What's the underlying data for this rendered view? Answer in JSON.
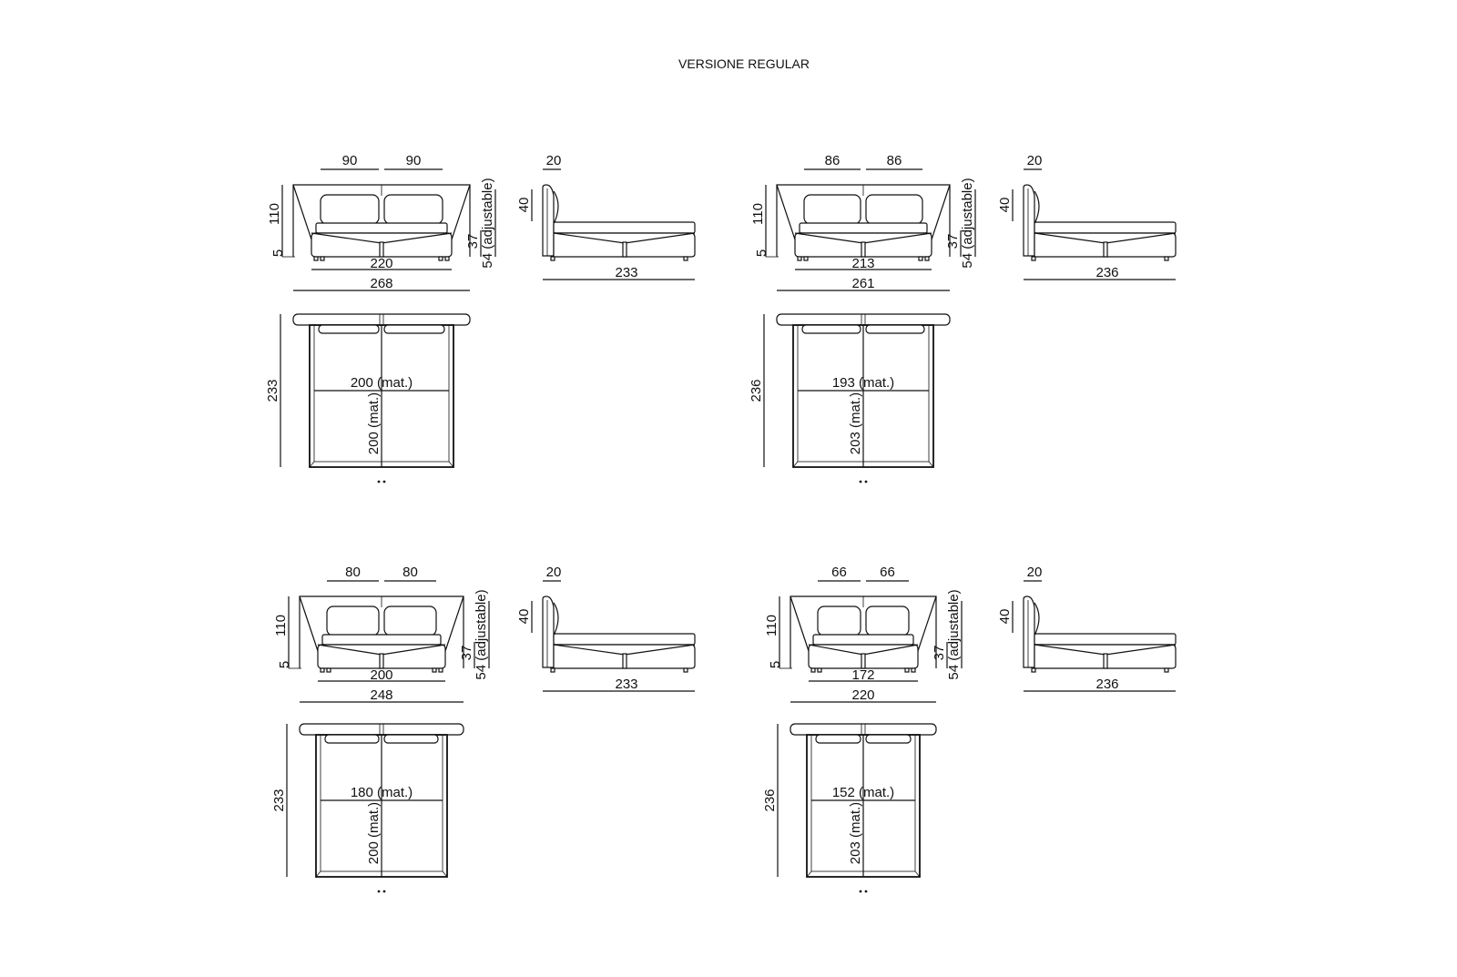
{
  "title": "VERSIONE REGULAR",
  "variants": [
    {
      "front": {
        "pillow_left": "90",
        "pillow_right": "90",
        "height": "110",
        "feet": "5",
        "rail": "37",
        "seat": "54 (adjustable)",
        "inner_width": "220",
        "outer_width": "268"
      },
      "side": {
        "headboard_depth": "20",
        "headboard_height": "40",
        "length": "233"
      },
      "plan": {
        "length": "233",
        "mattress_width": "200 (mat.)",
        "mattress_length": "200 (mat.)"
      }
    },
    {
      "front": {
        "pillow_left": "86",
        "pillow_right": "86",
        "height": "110",
        "feet": "5",
        "rail": "37",
        "seat": "54 (adjustable)",
        "inner_width": "213",
        "outer_width": "261"
      },
      "side": {
        "headboard_depth": "20",
        "headboard_height": "40",
        "length": "236"
      },
      "plan": {
        "length": "236",
        "mattress_width": "193 (mat.)",
        "mattress_length": "203 (mat.)"
      }
    },
    {
      "front": {
        "pillow_left": "80",
        "pillow_right": "80",
        "height": "110",
        "feet": "5",
        "rail": "37",
        "seat": "54 (adjustable)",
        "inner_width": "200",
        "outer_width": "248"
      },
      "side": {
        "headboard_depth": "20",
        "headboard_height": "40",
        "length": "233"
      },
      "plan": {
        "length": "233",
        "mattress_width": "180 (mat.)",
        "mattress_length": "200 (mat.)"
      }
    },
    {
      "front": {
        "pillow_left": "66",
        "pillow_right": "66",
        "height": "110",
        "feet": "5",
        "rail": "37",
        "seat": "54 (adjustable)",
        "inner_width": "172",
        "outer_width": "220"
      },
      "side": {
        "headboard_depth": "20",
        "headboard_height": "40",
        "length": "236"
      },
      "plan": {
        "length": "236",
        "mattress_width": "152 (mat.)",
        "mattress_length": "203 (mat.)"
      }
    }
  ]
}
